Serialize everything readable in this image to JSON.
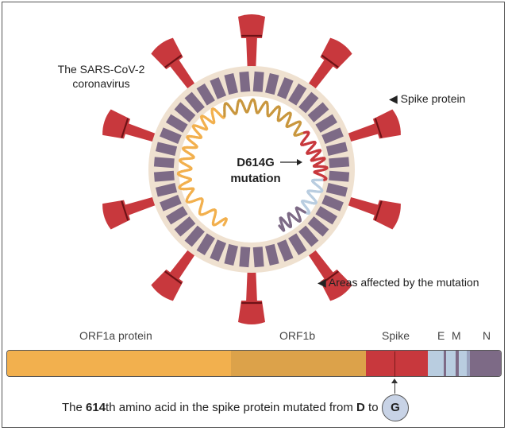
{
  "labels": {
    "virus_name": "The SARS-CoV-2 coronavirus",
    "spike_protein": "◀ Spike protein",
    "areas_affected": "◀ Areas affected by the mutation",
    "mutation_line1": "D614G",
    "mutation_line2": "mutation"
  },
  "genome": {
    "segments": [
      {
        "label": "ORF1a protein"
      },
      {
        "label": "ORF1b"
      },
      {
        "label": "Spike"
      },
      {
        "label": "E"
      },
      {
        "label": "M"
      },
      {
        "label": "N"
      }
    ]
  },
  "caption": {
    "prefix": "The ",
    "position": "614",
    "middle": "th amino acid in the spike protein mutated from ",
    "from": "D",
    "to_word": " to",
    "to": "G"
  },
  "colors": {
    "orf1a": "#f2b04e",
    "orf1b": "#dca24a",
    "spike": "#c8383d",
    "light_blue": "#b9cde0",
    "purple": "#7d6a86"
  }
}
